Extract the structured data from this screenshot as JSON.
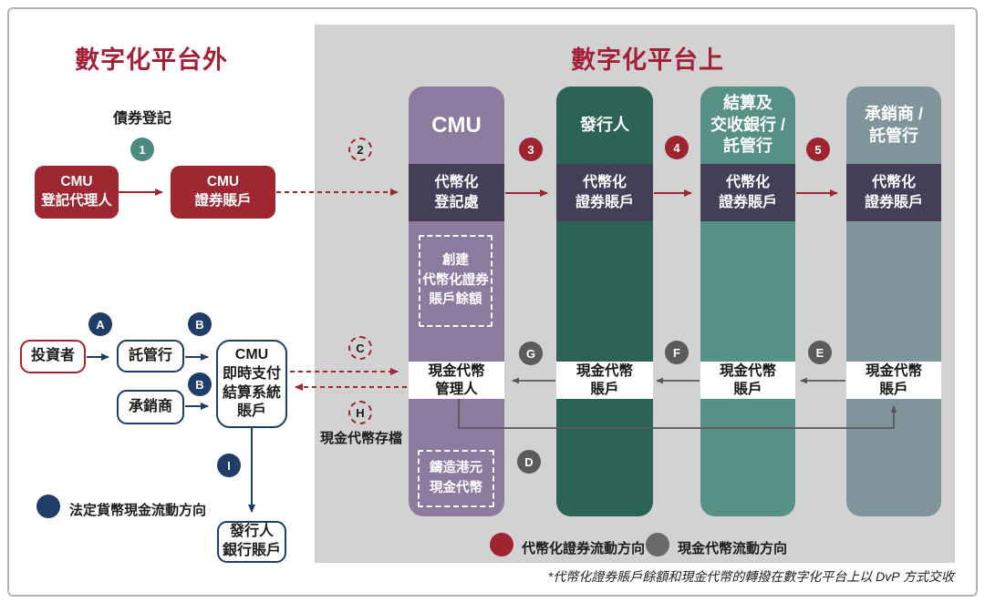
{
  "titles": {
    "left": "數字化平台外",
    "right": "數字化平台上"
  },
  "outside": {
    "bond_registration_label": "債券登記",
    "registrar_box": "CMU\n登記代理人",
    "securities_account_box": "CMU\n證券賬戶",
    "investor_box": "投資者",
    "custodian_box": "託管行",
    "underwriter_box": "承銷商",
    "rtgs_box": "CMU\n即時支付\n結算系統\n賬戶",
    "issuer_bank_box": "發行人\n銀行賬戶",
    "cash_archive_label": "現金代幣存檔",
    "legend_fiat": "法定貨幣現金流動方向"
  },
  "platform": {
    "columns": [
      {
        "header": "CMU",
        "band": "代幣化\n登記處",
        "cash": "現金代幣\n管理人",
        "create_box": "創建\n代幣化證券\n賬戶餘額",
        "mint_box": "鑄造港元\n現金代幣"
      },
      {
        "header": "發行人",
        "band": "代幣化\n證券賬戶",
        "cash": "現金代幣\n賬戶"
      },
      {
        "header": "結算及\n交收銀行 /\n託管行",
        "band": "代幣化\n證券賬戶",
        "cash": "現金代幣\n賬戶"
      },
      {
        "header": "承銷商 /\n託管行",
        "band": "代幣化\n證券賬戶",
        "cash": "現金代幣\n賬戶"
      }
    ],
    "legend_token_securities": "代幣化證券流動方向",
    "legend_cash_token": "現金代幣流動方向"
  },
  "markers": {
    "n1": "1",
    "n2": "2",
    "n3": "3",
    "n4": "4",
    "n5": "5",
    "A": "A",
    "B1": "B",
    "B2": "B",
    "C": "C",
    "D": "D",
    "E": "E",
    "F": "F",
    "G": "G",
    "H": "H",
    "I": "I"
  },
  "footnote": "*代幣化證券賬戶餘額和現金代幣的轉撥在數字化平台上以 DvP 方式交收",
  "colors": {
    "accent_red": "#9e2732",
    "title_red": "#a32036",
    "navy": "#1f3d66",
    "teal_badge": "#4a8b7e",
    "panel_gray": "#d2d2d2",
    "dark_band": "#443f57",
    "col_cmu_purple": "#8c7b9f",
    "col_issuer_green": "#2d6356",
    "col_settlement_teal": "#579084",
    "col_underwriter_gray": "#80949c",
    "cash_flow_gray": "#5b5b5b",
    "legend_gray": "#6a6a6a"
  }
}
